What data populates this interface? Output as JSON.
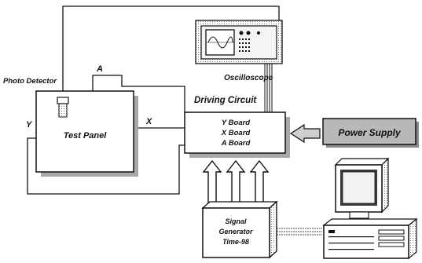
{
  "labels": {
    "photo_detector": "Photo Detector",
    "oscilloscope": "Oscilloscope",
    "driving_circuit": "Driving Circuit",
    "test_panel": "Test Panel",
    "signal_a": "A",
    "signal_x": "X",
    "signal_y": "Y",
    "y_board": "Y Board",
    "x_board": "X Board",
    "a_board": "A Board",
    "power_supply": "Power Supply",
    "signal_generator": [
      "Signal",
      "Generator",
      "Time-98"
    ]
  },
  "colors": {
    "ink": "#111111",
    "power_supply_fill": "#b8b8b8",
    "shadow": "#9a9a9a",
    "screen": "#3a3a3a"
  }
}
